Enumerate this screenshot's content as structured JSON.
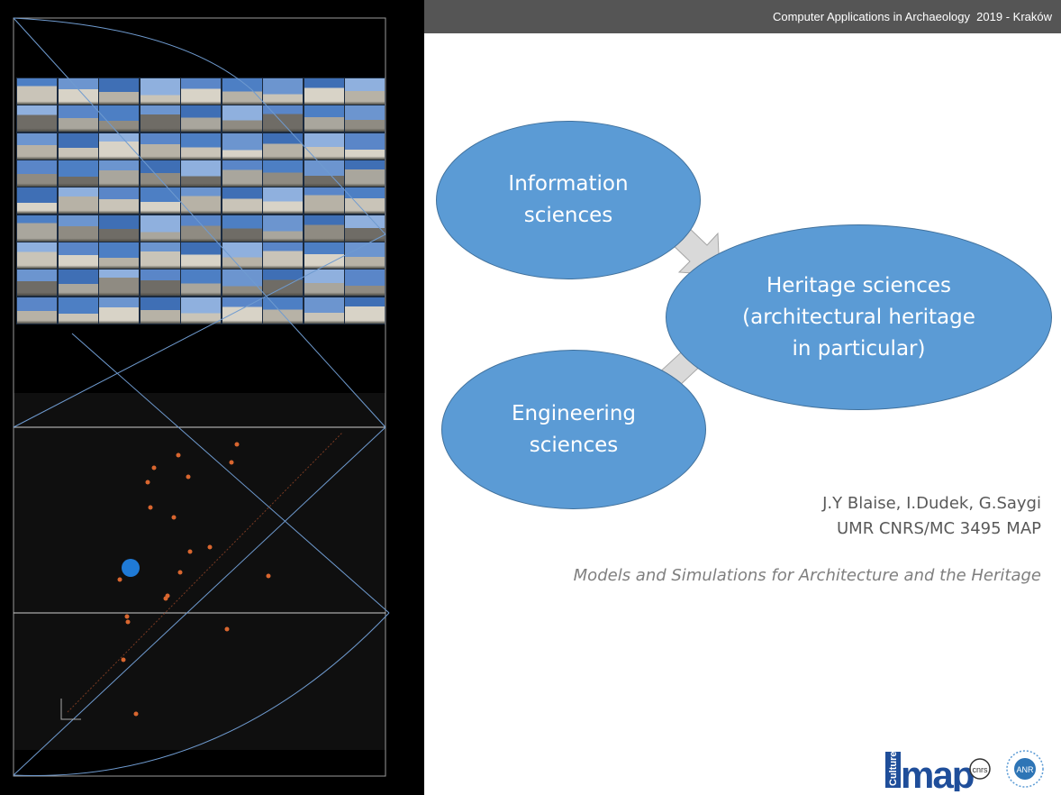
{
  "header": {
    "title": "Computer Applications in Archaeology  2019 - Kraków"
  },
  "diagram": {
    "nodes": {
      "information": {
        "line1": "Information",
        "line2": "sciences"
      },
      "engineering": {
        "line1": "Engineering",
        "line2": "sciences"
      },
      "heritage": {
        "line1": "Heritage sciences",
        "line2": "(architectural heritage",
        "line3": "in particular)"
      }
    },
    "colors": {
      "node_fill": "#5b9bd5",
      "node_border": "#41719c",
      "arrow_fill": "#d9d9d9",
      "arrow_border": "#a6a6a6"
    }
  },
  "authors": {
    "names": "J.Y Blaise, I.Dudek, G.Saygi",
    "affiliation": "UMR CNRS/MC 3495 MAP"
  },
  "subtitle": "Models and Simulations for Architecture and the Heritage",
  "logos": {
    "culture": "Culture",
    "map": "map",
    "cnrs": "cnrs",
    "anr": "ANR"
  },
  "left_panel": {
    "photo_grid": {
      "rows": 9,
      "columns": 9
    }
  }
}
